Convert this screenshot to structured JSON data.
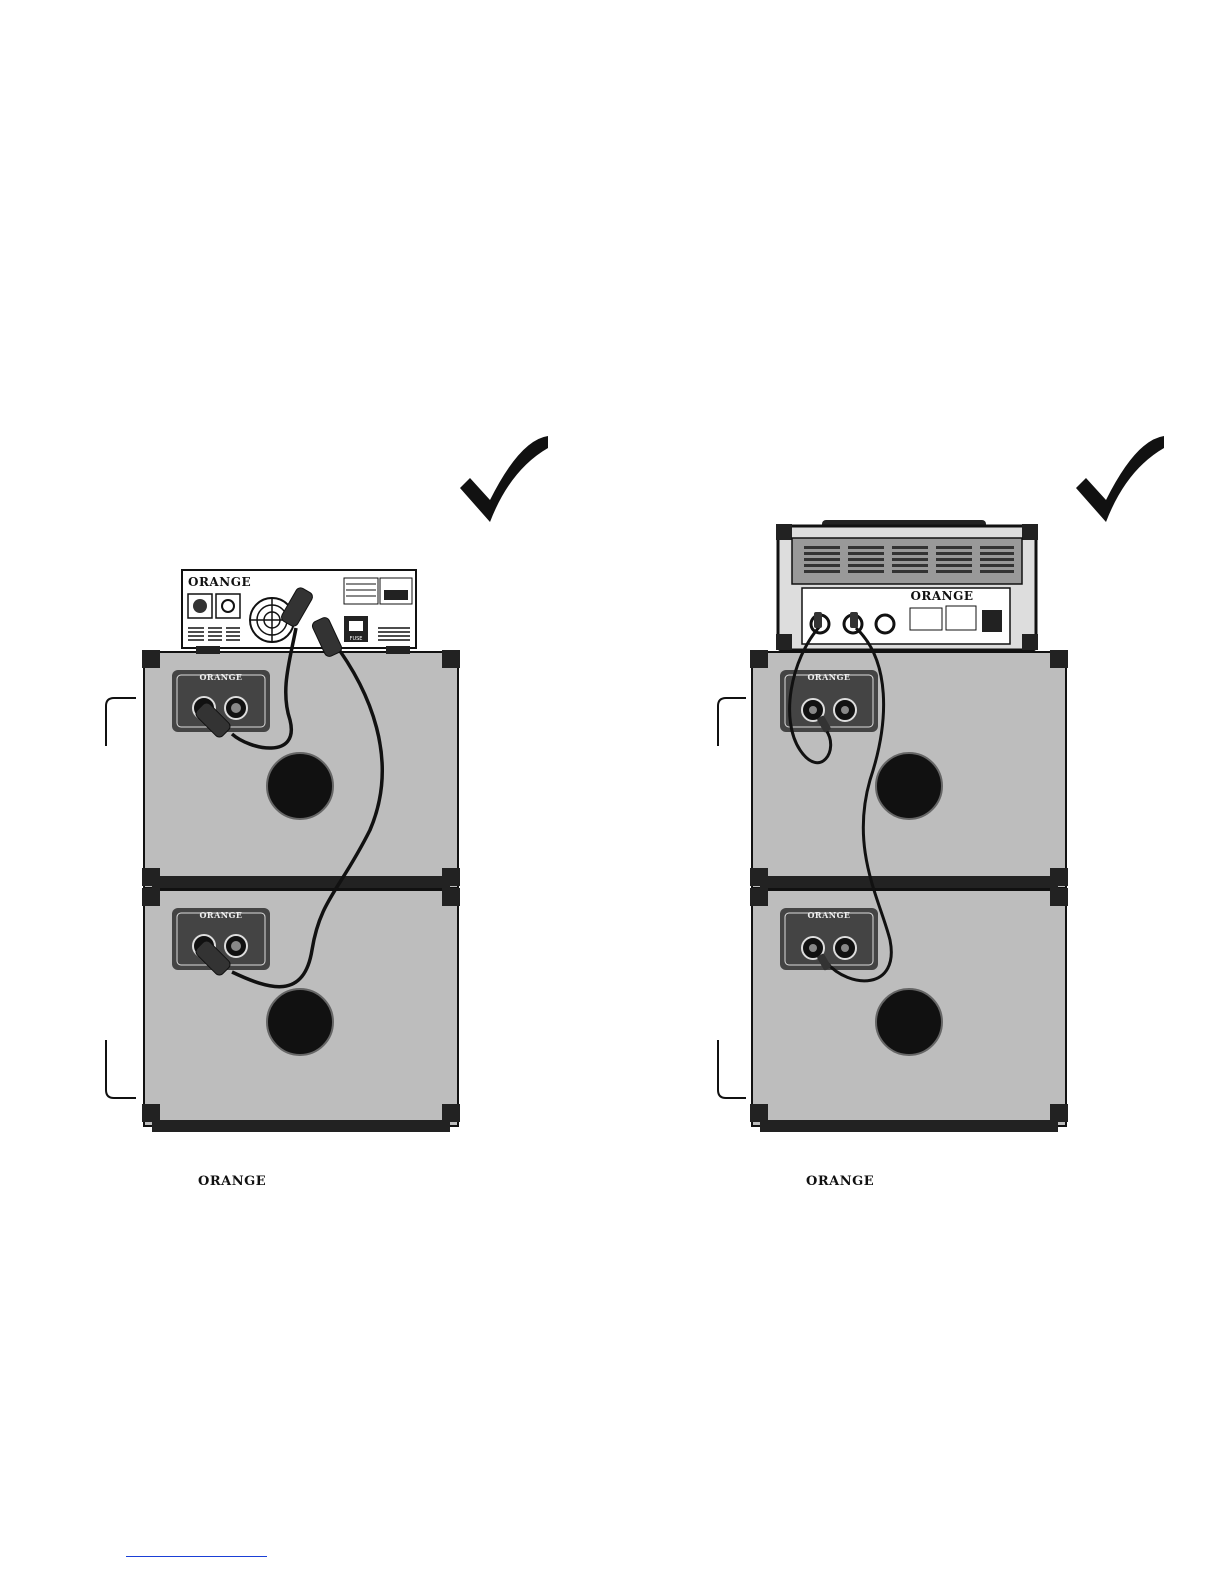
{
  "brand": {
    "logo_text": "ORANGE",
    "fuse_label": "FUSE"
  },
  "setups": [
    {
      "head_type": "terror-bass-style compact head",
      "head_logo": "ORANGE",
      "cab_logos": [
        "ORANGE",
        "ORANGE"
      ],
      "caption_logo": "ORANGE",
      "status": "correct"
    },
    {
      "head_type": "valve head",
      "head_logo": "ORANGE",
      "cab_logos": [
        "ORANGE",
        "ORANGE"
      ],
      "caption_logo": "ORANGE",
      "status": "correct"
    }
  ],
  "colors": {
    "cabinet_fill": "#bdbdbd",
    "outline": "#111111",
    "speaker": "#111111",
    "link_rule": "#1a3fd6"
  }
}
